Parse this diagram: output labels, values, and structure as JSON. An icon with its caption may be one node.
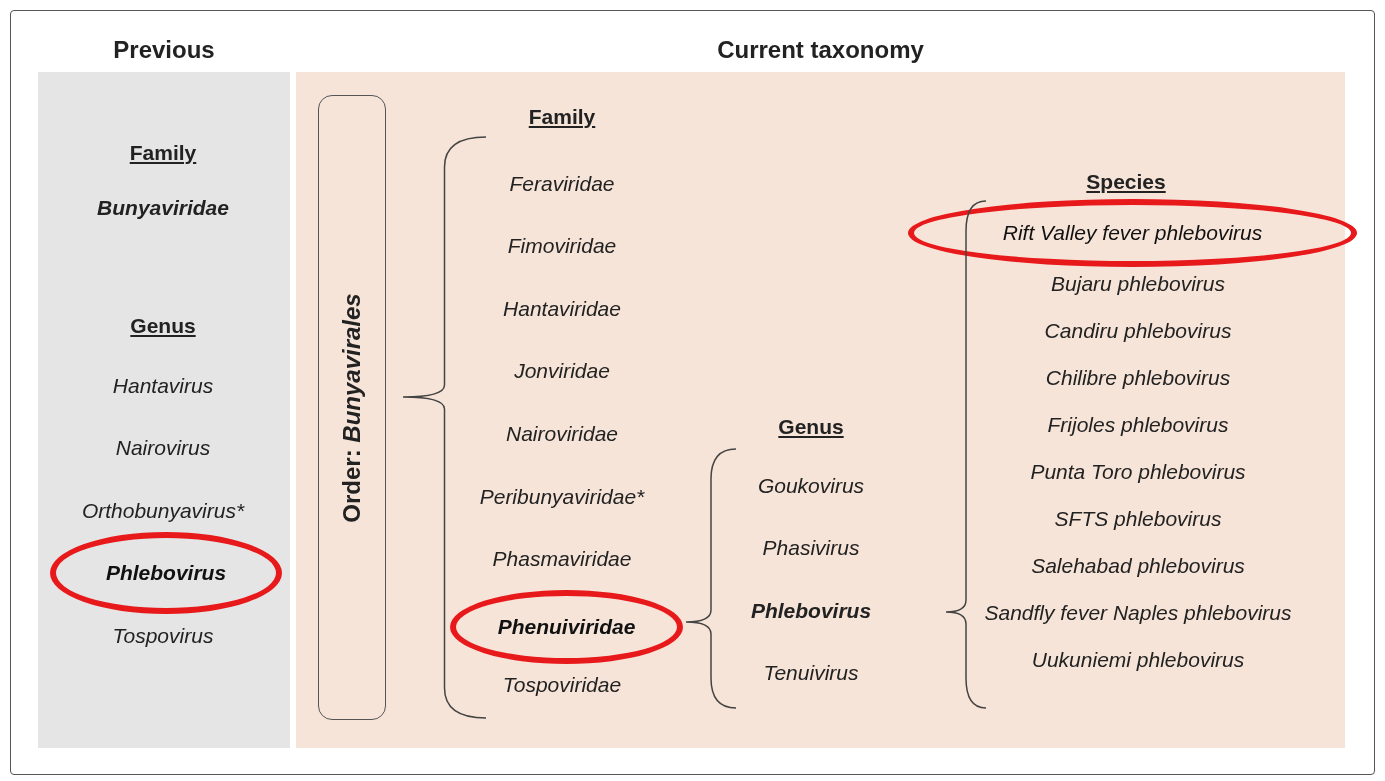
{
  "diagram": {
    "nodes": [
      {
        "text": [
          "Previous"
        ]
      },
      {
        "text": [
          "Phlebovirus"
        ],
        "in": 0
      },
      {
        "text": [
          "Current taxonomy"
        ]
      },
      {
        "text": [
          "Order: *Bunyavirales*"
        ],
        "in": 2
      },
      {
        "text": [
          "Phenuiviridae"
        ],
        "in": 2
      },
      {
        "text": [
          "Rift Valley fever phlebovirus"
        ],
        "in": 2
      }
    ],
    "labels": [
      "Family",
      "Bunyaviridae",
      "Genus",
      "Hantavirus",
      "Nairovirus",
      "Orthobunyavirus*",
      "Tospovirus",
      "Family",
      "Feraviridae",
      "Fimoviridae",
      "Hantaviridae",
      "Jonviridae",
      "Nairoviridae",
      "Peribunyaviridae*",
      "Phasmaviridae",
      "Tospoviridae",
      "Genus",
      "Goukovirus",
      "Phasivirus",
      "Phlebovirus",
      "Tenuivirus",
      "Species",
      "Bujaru phlebovirus",
      "Candiru phlebovirus",
      "Chilibre phlebovirus",
      "Frijoles phlebovirus",
      "Punta Toro phlebovirus",
      "SFTS phlebovirus",
      "Salehabad phlebovirus",
      "Sandfly fever Naples phlebovirus",
      "Uukuniemi phlebovirus"
    ]
  }
}
